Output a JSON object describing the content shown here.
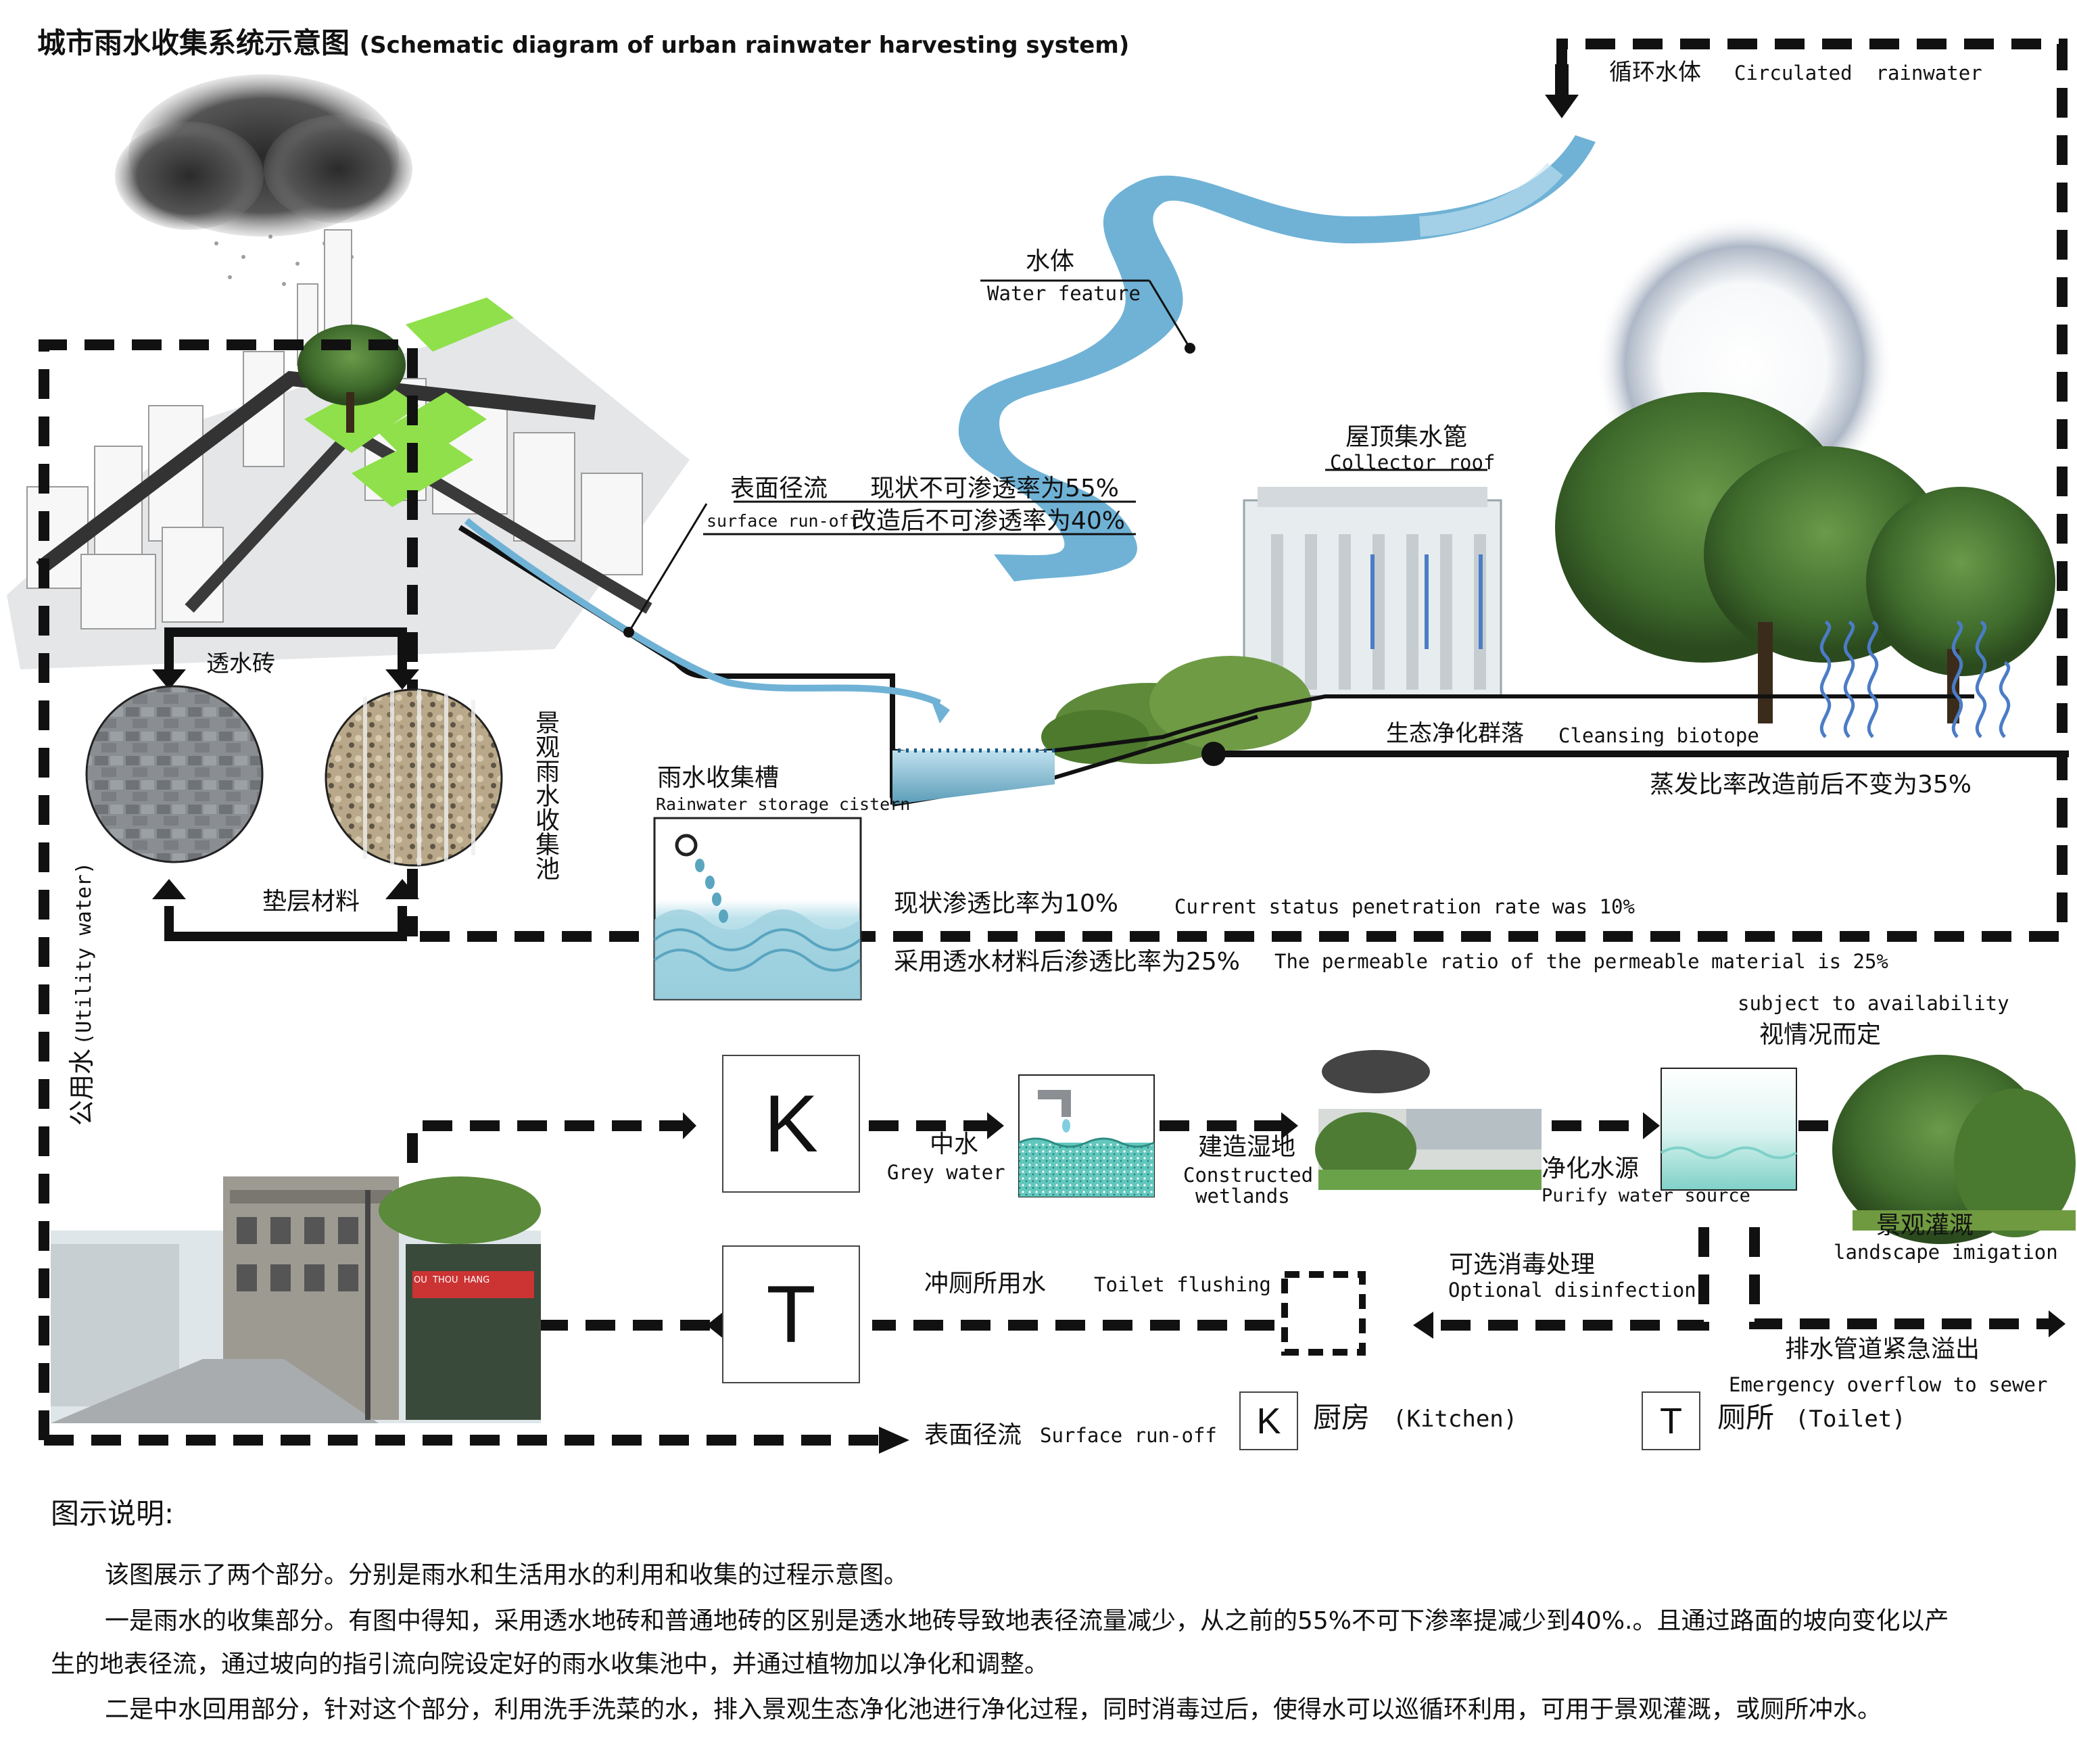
{
  "title": {
    "cn": "城市雨水收集系统示意图",
    "en": "(Schematic diagram of urban rainwater harvesting system)"
  },
  "labels": {
    "circulated_cn": "循环水体",
    "circulated_en": "Circulated  rainwater",
    "water_feature_cn": "水体",
    "water_feature_en": "Water feature",
    "collector_roof_cn": "屋顶集水篦",
    "collector_roof_en": "Collector roof",
    "runoff_cn": "表面径流",
    "runoff_en": "surface run-off",
    "impervious_now": "现状不可渗透率为55%",
    "impervious_after": "改造后不可渗透率为40%",
    "cleansing_cn": "生态净化群落",
    "cleansing_en": "Cleansing biotope",
    "evaporation": "蒸发比率改造前后不变为35%",
    "permeable_brick": "透水砖",
    "landscape_pool": "景观雨水收集池",
    "cushion": "垫层材料",
    "cistern_cn": "雨水收集槽",
    "cistern_en": "Rainwater storage cistern",
    "penetration_now_cn": "现状渗透比率为10%",
    "penetration_now_en": "Current status penetration rate was 10%",
    "penetration_after_cn": "采用透水材料后渗透比率为25%",
    "penetration_after_en": "The permeable ratio of the permeable material is 25%",
    "utility_cn": "公用水",
    "utility_en": "(Utility water)",
    "availability_en": "subject to availability",
    "availability_cn": "视情况而定",
    "grey_cn": "中水",
    "grey_en": "Grey water",
    "wetland_cn": "建造湿地",
    "wetland_en1": "Constructed",
    "wetland_en2": "wetlands",
    "purify_cn": "净化水源",
    "purify_en": "Purify water source",
    "irrigation_cn": "景观灌溉",
    "irrigation_en": "landscape imigation",
    "disinfection_cn": "可选消毒处理",
    "disinfection_en": "Optional disinfection",
    "toilet_flush_cn": "冲厕所用水",
    "toilet_flush_en": "Toilet flushing",
    "overflow_cn": "排水管道紧急溢出",
    "overflow_en": "Emergency overflow to sewer",
    "runoff2_cn": "表面径流",
    "runoff2_en": "Surface run-off",
    "k_letter": "K",
    "t_letter": "T",
    "kitchen_cn": "厨房",
    "kitchen_en": "(Kitchen)",
    "toilet_cn": "厕所",
    "toilet_en": "(Toilet)",
    "shop_sign": "OU  THOU  HANG"
  },
  "legend": {
    "heading": "图示说明:",
    "p1": "该图展示了两个部分。分别是雨水和生活用水的利用和收集的过程示意图。",
    "p2": "一是雨水的收集部分。有图中得知，采用透水地砖和普通地砖的区别是透水地砖导致地表径流量减少，从之前的55%不可下渗率提减少到40%.。且通过路面的坡向变化以产",
    "p3": "生的地表径流，通过坡向的指引流向院设定好的雨水收集池中，并通过植物加以净化和调整。",
    "p4": "二是中水回用部分，针对这个部分，利用洗手洗菜的水，排入景观生态净化池进行净化过程，同时消毒过后，使得水可以巡循环利用，可用于景观灌溉，或厕所冲水。"
  },
  "colors": {
    "water": "#6fb2d6",
    "water_light": "#a9d4ea",
    "green": "#8fe04a",
    "teal": "#7fd1c8",
    "black": "#111111"
  }
}
